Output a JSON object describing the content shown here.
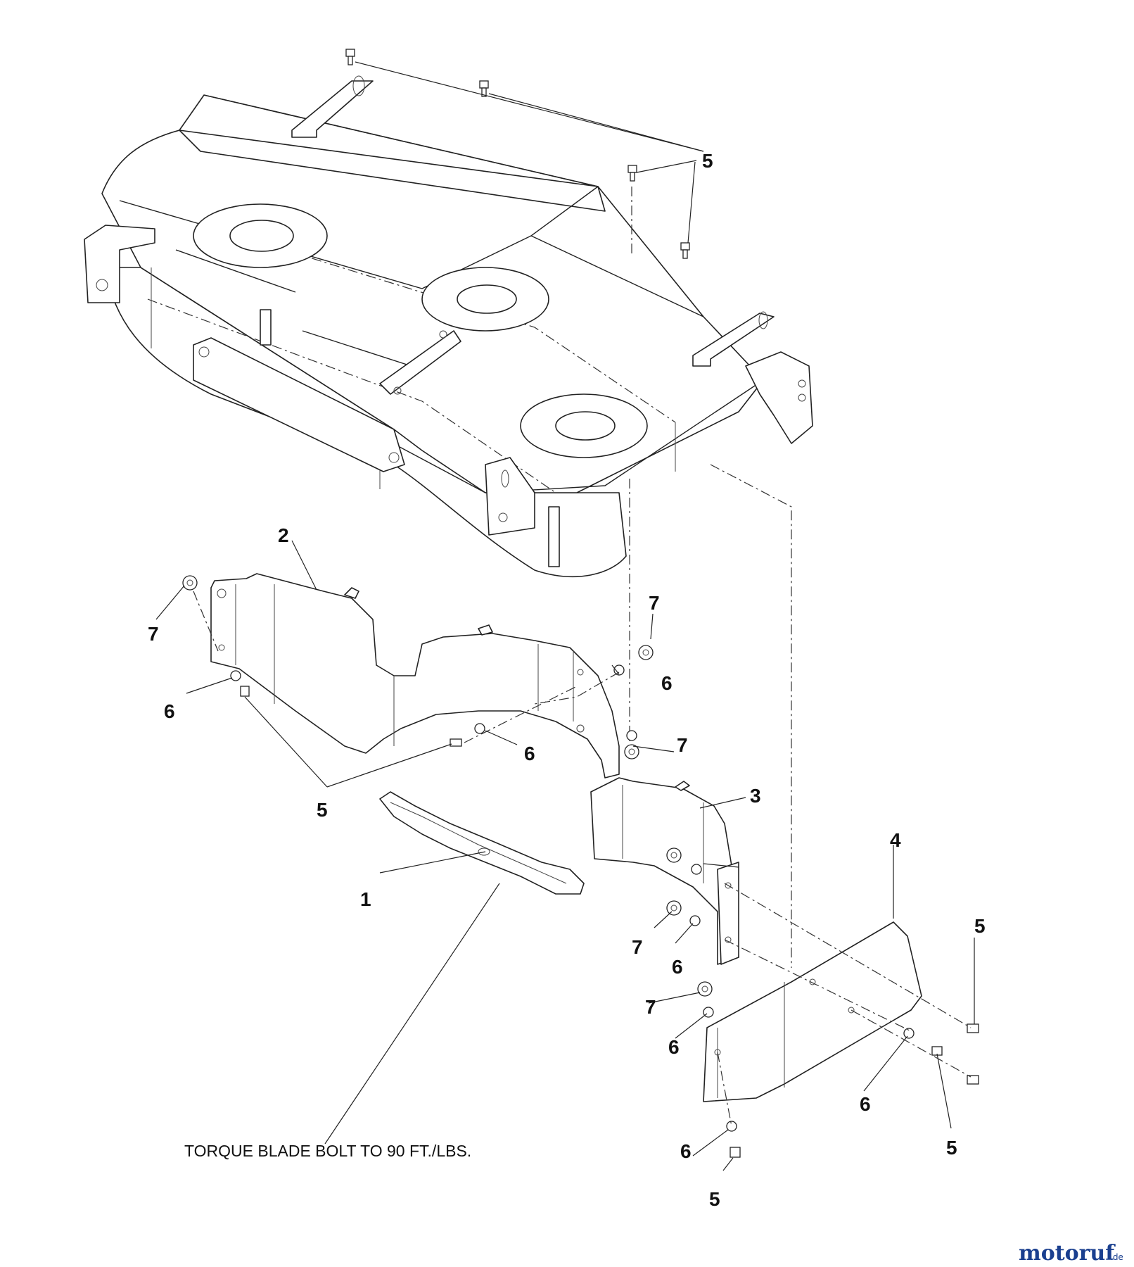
{
  "callouts": {
    "c1": "1",
    "c2": "2",
    "c3": "3",
    "c4": "4",
    "c5": "5",
    "c6": "6",
    "c7": "7"
  },
  "note": "TORQUE BLADE BOLT TO 90 FT./LBS.",
  "watermark": {
    "brand": "motoruf",
    "suffix": ".de"
  },
  "colors": {
    "line": "#222222",
    "background": "#ffffff",
    "wm_blue": "#1a3f8f",
    "wm_red": "#c8102e",
    "wm_orange": "#e37b12",
    "wm_green": "#2f8f3a"
  }
}
